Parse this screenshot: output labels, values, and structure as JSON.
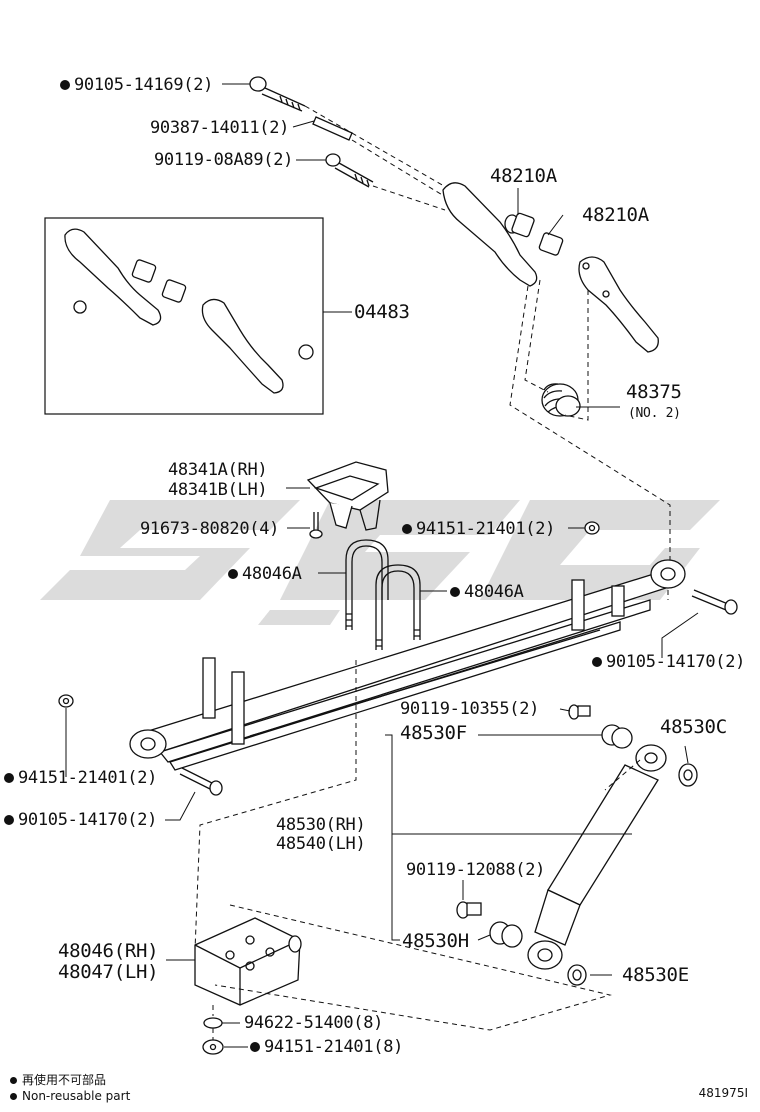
{
  "parts": {
    "p90105_14169": "90105-14169(2)",
    "p90387_14011": "90387-14011(2)",
    "p90119_08A89": "90119-08A89(2)",
    "p48210A_a": "48210A",
    "p48210A_b": "48210A",
    "p04483": "04483",
    "p48375": "48375",
    "p48375_no": "(NO. 2)",
    "p48341A": "48341A(RH)",
    "p48341B": "48341B(LH)",
    "p91673_80820": "91673-80820(4)",
    "p94151_21401_top": "94151-21401(2)",
    "p48046A_left": "48046A",
    "p48046A_right": "48046A",
    "p90105_14170_right": "90105-14170(2)",
    "p90119_10355": "90119-10355(2)",
    "p48530F": "48530F",
    "p48530C": "48530C",
    "p94151_21401_left": "94151-21401(2)",
    "p90105_14170_left": "90105-14170(2)",
    "p48530RH": "48530(RH)",
    "p48540LH": "48540(LH)",
    "p90119_12088": "90119-12088(2)",
    "p48530H": "48530H",
    "p48046RH": "48046(RH)",
    "p48047LH": "48047(LH)",
    "p48530E": "48530E",
    "p94622_51400": "94622-51400(8)",
    "p94151_21401_bottom": "94151-21401(8)"
  },
  "legend": {
    "line1": "再使用不可部品",
    "line2": "Non-reusable part"
  },
  "figure_number": "481975I"
}
